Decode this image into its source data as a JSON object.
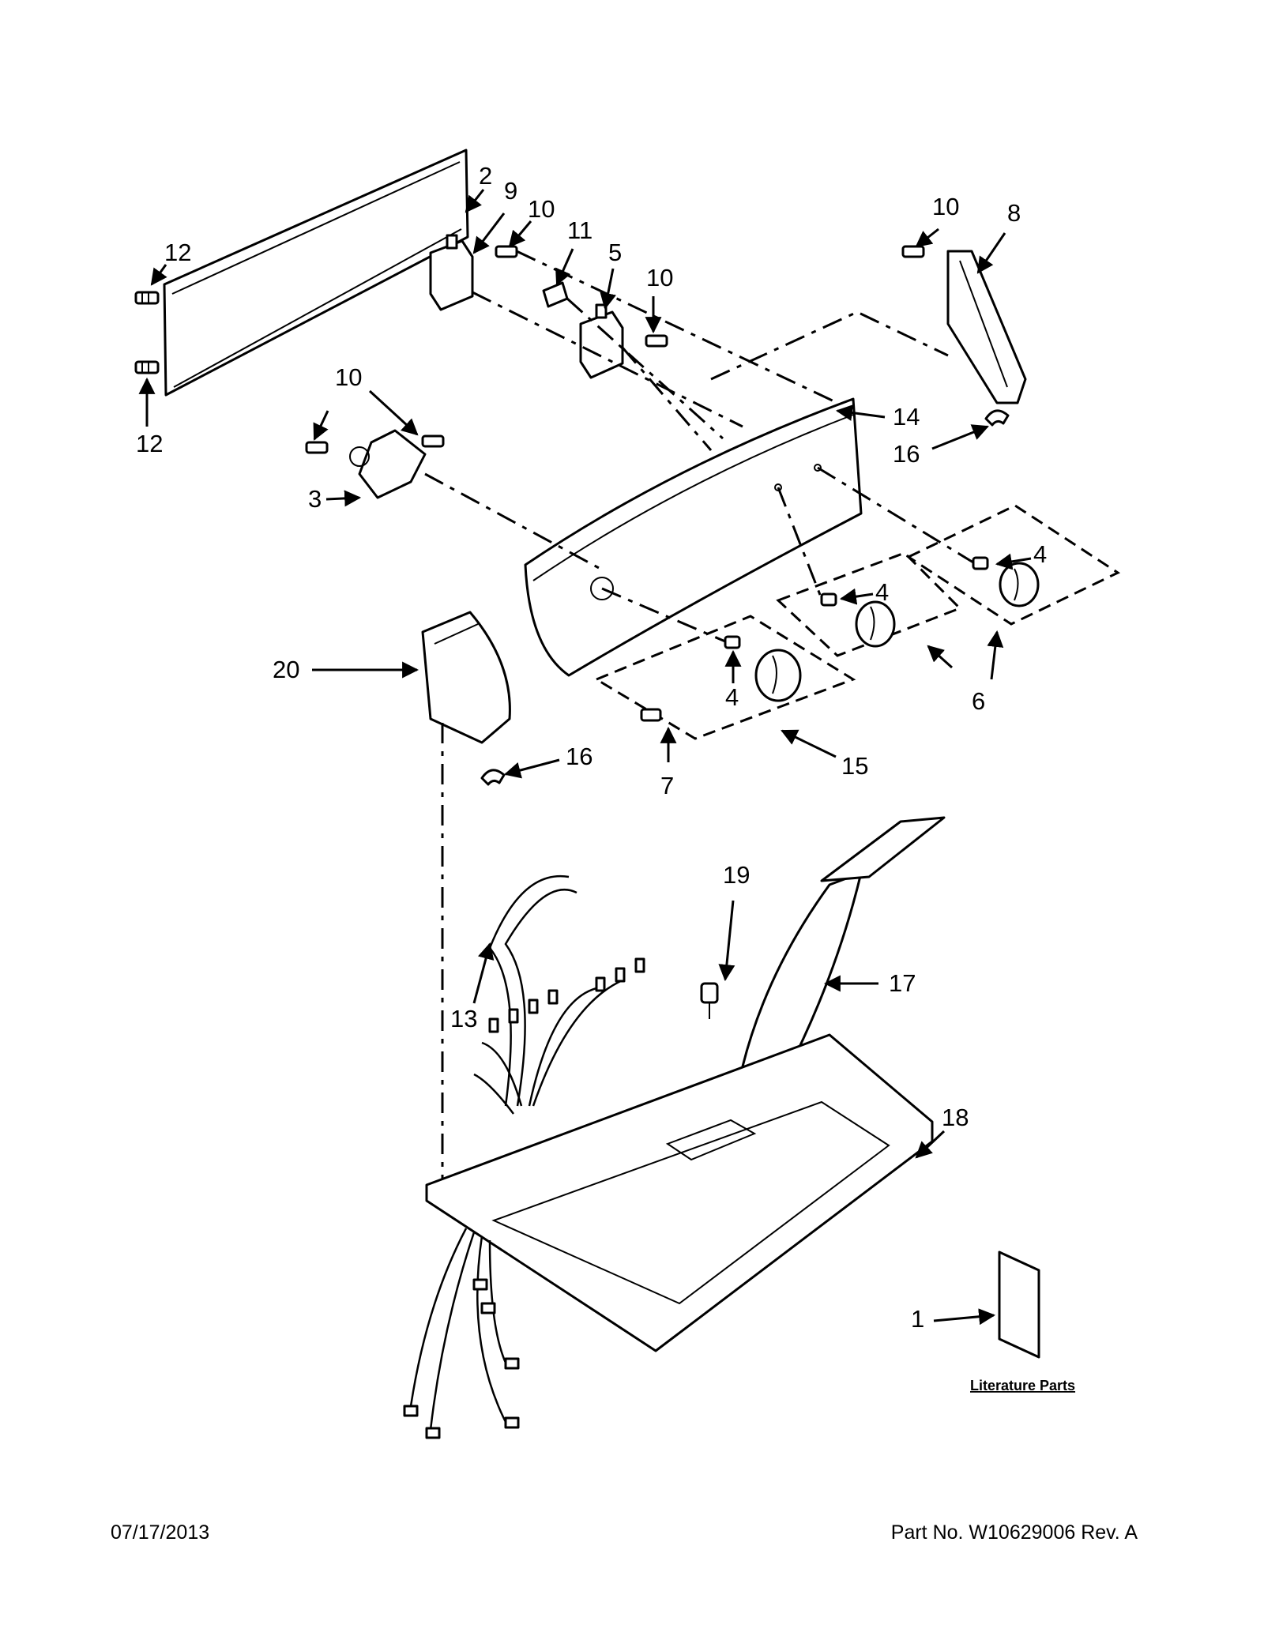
{
  "callouts": {
    "c1": "1",
    "c2": "2",
    "c3": "3",
    "c4a": "4",
    "c4b": "4",
    "c4c": "4",
    "c5": "5",
    "c6": "6",
    "c7": "7",
    "c8": "8",
    "c9": "9",
    "c10a": "10",
    "c10b": "10",
    "c10c": "10",
    "c10d": "10",
    "c11": "11",
    "c12a": "12",
    "c12b": "12",
    "c13": "13",
    "c14": "14",
    "c15": "15",
    "c16a": "16",
    "c16b": "16",
    "c17": "17",
    "c18": "18",
    "c19": "19",
    "c20": "20"
  },
  "literature_label": "Literature Parts",
  "footer": {
    "date": "07/17/2013",
    "part_number": "Part No.  W10629006  Rev.  A"
  }
}
